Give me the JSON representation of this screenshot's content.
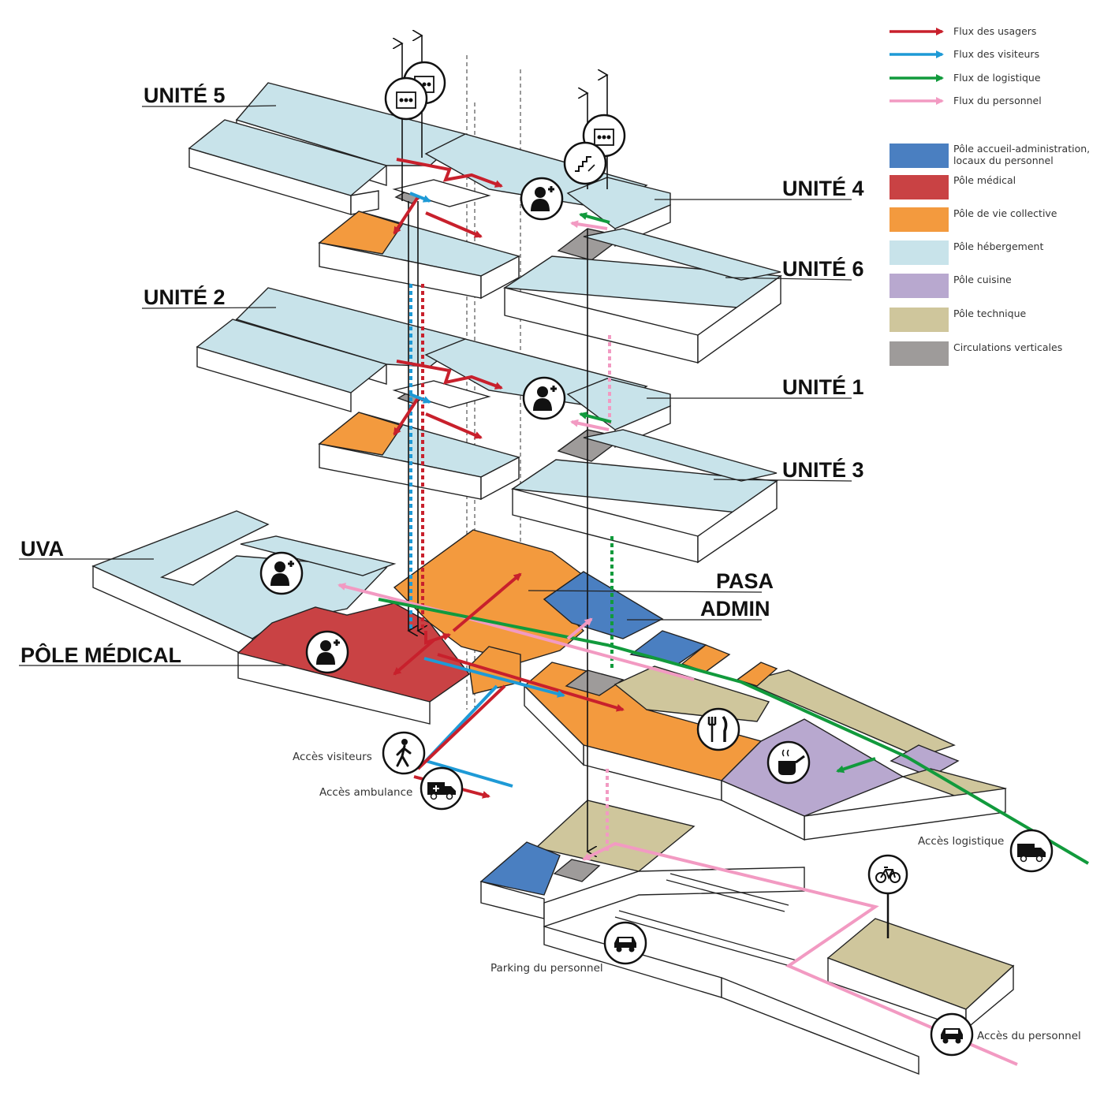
{
  "colors": {
    "usagers": "#c8202c",
    "visiteurs": "#1e9ad6",
    "logistique": "#119a3c",
    "personnel": "#f29ac2",
    "accueil_admin": "#4a7fc1",
    "medical": "#c94244",
    "vie_collective": "#f39a3e",
    "hebergement": "#c8e3ea",
    "cuisine": "#b8a8cf",
    "technique": "#cfc69c",
    "circulations": "#9e9b9a"
  },
  "legend": {
    "flows": [
      {
        "label": "Flux des usagers",
        "color": "#c8202c"
      },
      {
        "label": "Flux des visiteurs",
        "color": "#1e9ad6"
      },
      {
        "label": "Flux de logistique",
        "color": "#119a3c"
      },
      {
        "label": "Flux du personnel",
        "color": "#f29ac2"
      }
    ],
    "poles": [
      {
        "label_line1": "Pôle accueil-administration,",
        "label_line2": "locaux du personnel",
        "color": "#4a7fc1"
      },
      {
        "label_line1": "Pôle médical",
        "label_line2": "",
        "color": "#c94244"
      },
      {
        "label_line1": "Pôle de vie collective",
        "label_line2": "",
        "color": "#f39a3e"
      },
      {
        "label_line1": "Pôle hébergement",
        "label_line2": "",
        "color": "#c8e3ea"
      },
      {
        "label_line1": "Pôle cuisine",
        "label_line2": "",
        "color": "#b8a8cf"
      },
      {
        "label_line1": "Pôle technique",
        "label_line2": "",
        "color": "#cfc69c"
      },
      {
        "label_line1": "Circulations verticales",
        "label_line2": "",
        "color": "#9e9b9a"
      }
    ]
  },
  "labels": {
    "unite5": "UNITÉ 5",
    "unite4": "UNITÉ 4",
    "unite6": "UNITÉ 6",
    "unite2": "UNITÉ 2",
    "unite1": "UNITÉ 1",
    "unite3": "UNITÉ 3",
    "uva": "UVA",
    "pasa": "PASA",
    "admin": "ADMIN",
    "pole_medical": "PÔLE MÉDICAL"
  },
  "access": {
    "visiteurs": "Accès visiteurs",
    "ambulance": "Accès ambulance",
    "logistique": "Accès logistique",
    "parking": "Parking du personnel",
    "personnel": "Accès du personnel"
  },
  "icons": [
    "elevator-icon",
    "stairs-icon",
    "doctor-icon",
    "pedestrian-icon",
    "ambulance-icon",
    "cutlery-icon",
    "cooking-pot-icon",
    "truck-icon",
    "bicycle-icon",
    "car-icon"
  ]
}
